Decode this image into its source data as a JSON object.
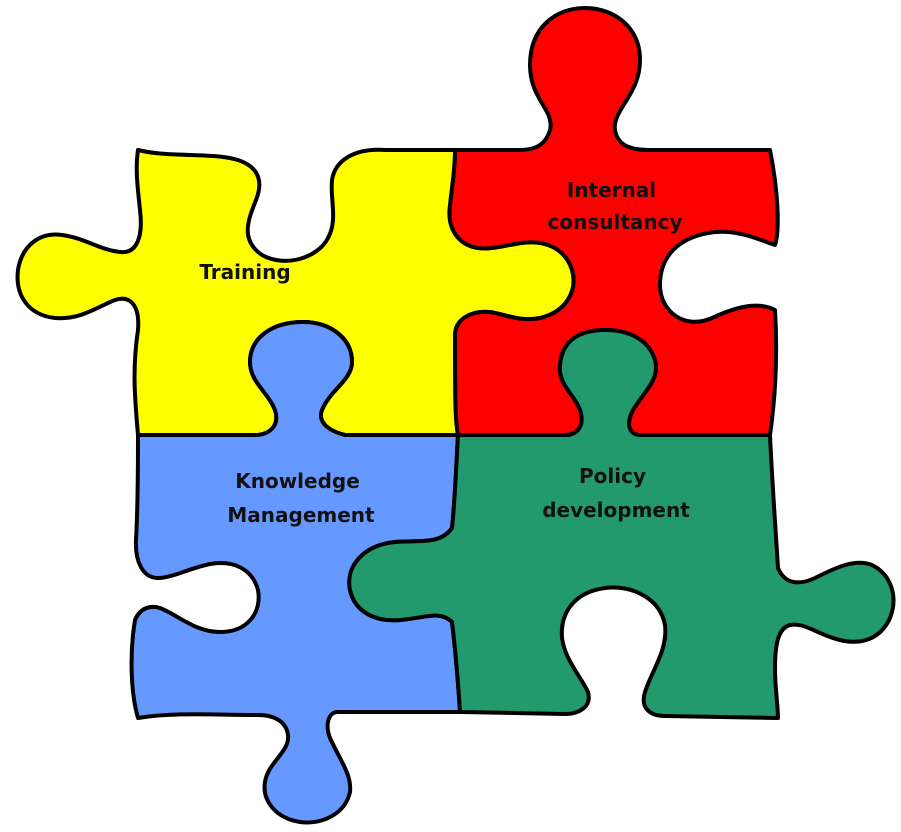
{
  "pieces": {
    "training": {
      "color": "#ffff00",
      "label_lines": [
        "Training"
      ]
    },
    "internal_consultancy": {
      "color": "#ff0000",
      "label_lines": [
        "Internal",
        "consultancy"
      ]
    },
    "knowledge_management": {
      "color": "#6699ff",
      "label_lines": [
        "Knowledge",
        "Management"
      ]
    },
    "policy_development": {
      "color": "#239a6e",
      "label_lines": [
        "Policy",
        "development"
      ]
    }
  }
}
